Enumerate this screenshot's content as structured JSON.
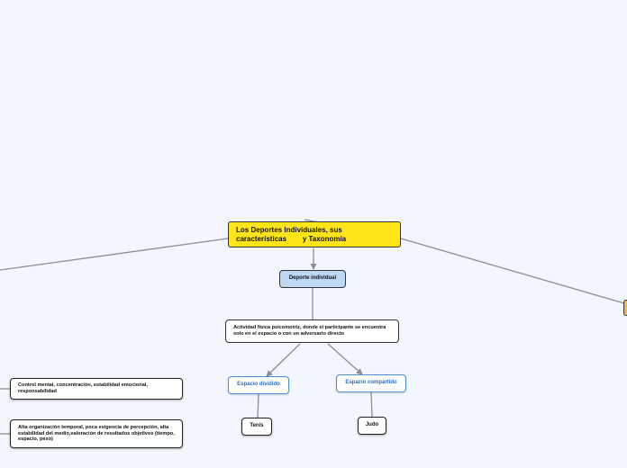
{
  "colors": {
    "background": "#f3f6fd",
    "central_topic_fill": "#ffe51a",
    "main_topic_fill": "#bcd8f3",
    "subtopic_border": "#4a90d9",
    "subtopic_text": "#2a6fb6",
    "connector": "#8a8f98",
    "offscreen_topic_fill": "#f6b93b"
  },
  "central_topic": {
    "line1": "Los Deportes Individuales, sus",
    "line2": "características        y Taxonomía"
  },
  "main_topic": {
    "label": "Deporte individual"
  },
  "definition": {
    "text": "Actividad física psicomotriz, donde el participante se encuentra solo en el espacio o con un adversario directo"
  },
  "spaces": [
    {
      "label": "Espacio dividido",
      "example": "Tenis"
    },
    {
      "label": "Espacio compartido",
      "example": "Judo"
    }
  ],
  "characteristics": [
    "Control mental, concentración, estabilidad emocional, responsabilidad",
    "Alta organización temporal, poca exigencia de percepción, alta estabilidad del medio,valoración de resultados objetivos (tiempo, espacio, peso)"
  ]
}
